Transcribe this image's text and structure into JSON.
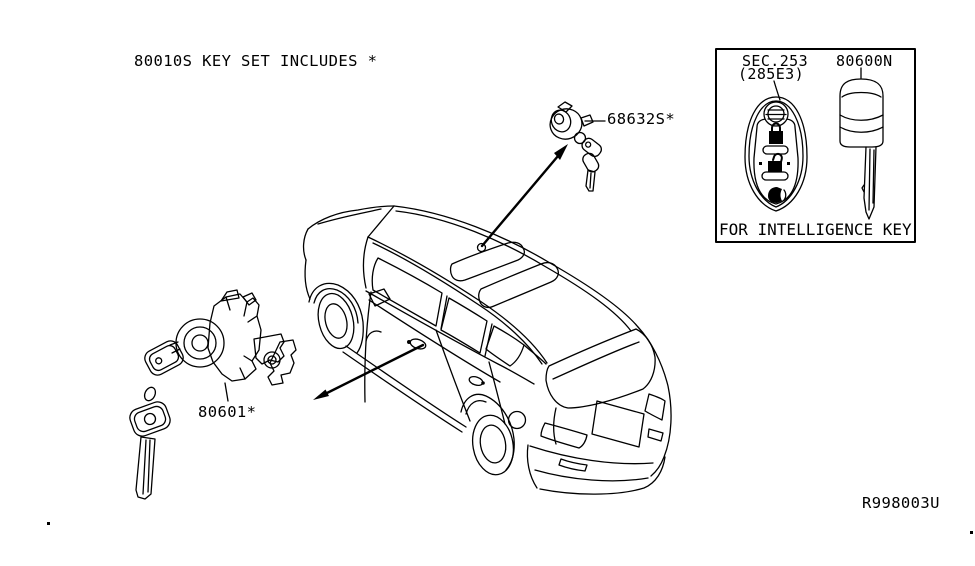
{
  "diagram": {
    "title": "80010S KEY SET INCLUDES *",
    "ref_code": "R998003U",
    "background_color": "#ffffff",
    "line_color": "#000000"
  },
  "callouts": {
    "key_cylinder_label": "68632S*",
    "door_lock_label": "80601*"
  },
  "panel": {
    "section_ref": "SEC.253",
    "section_ref_sub": "(285E3)",
    "key_blank_label": "80600N",
    "caption": "FOR INTELLIGENCE KEY"
  },
  "icons": {
    "fob_buttons": [
      "lock-icon",
      "unlock-icon",
      "panic-horn-icon"
    ]
  }
}
